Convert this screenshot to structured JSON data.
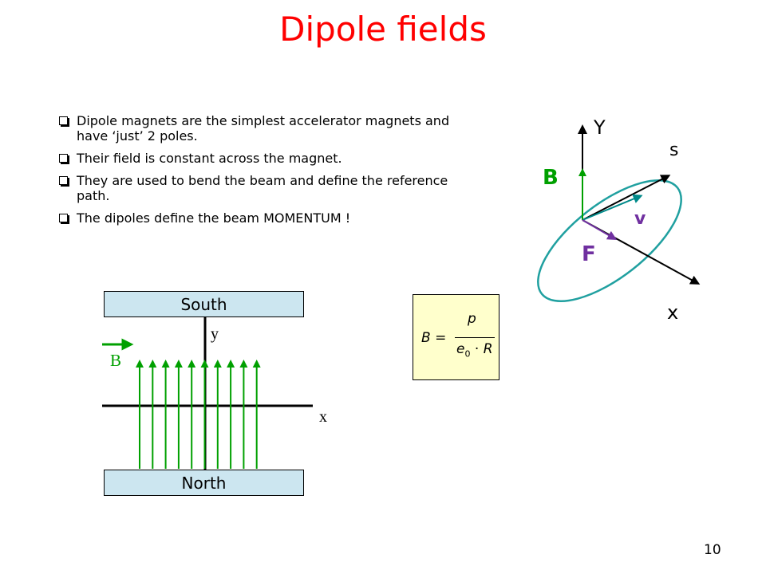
{
  "slide": {
    "title": "Dipole fields",
    "page_number": "10"
  },
  "bullets": [
    "Dipole magnets are the simplest accelerator magnets and have ‘just’ 2 poles.",
    "Their field is constant across the magnet.",
    "They are used to bend the beam and define the reference path.",
    "The dipoles define the beam MOMENTUM !"
  ],
  "magnet_diagram": {
    "south_label": "South",
    "north_label": "North",
    "y_axis_label": "y",
    "x_axis_label": "x",
    "field_label": "B",
    "field_line_count": 10,
    "field_color": "#00a000"
  },
  "formula": {
    "lhs": "B",
    "equals": "=",
    "numerator": "p",
    "denominator_e": "e",
    "denominator_sub": "0",
    "denominator_dot": "·",
    "denominator_r": "R"
  },
  "axes_diagram": {
    "y_label": "Y",
    "s_label": "s",
    "x_label": "x",
    "b_label": "B",
    "v_label": "v",
    "f_label": "F",
    "b_color": "#00a000",
    "v_color": "#008a8a",
    "f_color": "#7030a0",
    "ring_color": "#20a0a0"
  }
}
